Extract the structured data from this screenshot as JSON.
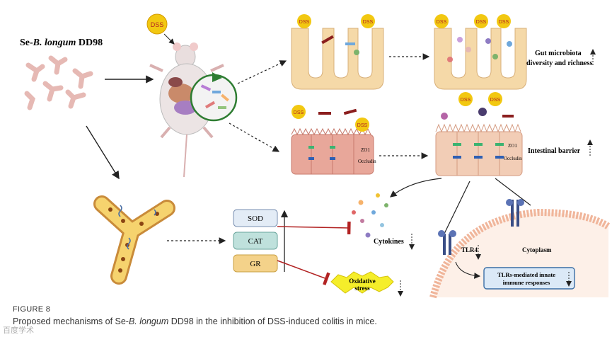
{
  "figure": {
    "strain_prefix": "Se-",
    "strain_genus": "B. longum",
    "strain_suffix": " DD98",
    "dss_label": "DSS",
    "gut_microbiota_line1": "Gut microbiota",
    "gut_microbiota_line2": "diversity and richness",
    "zo1_label": "ZO1",
    "occludin_label": "Occludin",
    "intestinal_barrier_label": "Intestinal barrier",
    "enzymes": [
      "SOD",
      "CAT",
      "GR"
    ],
    "cytokines_label": "Cytokines",
    "oxidative_stress_line1": "Oxidative",
    "oxidative_stress_line2": "stress",
    "tlr4_label": "TLR4",
    "cytoplasm_label": "Cytoplasm",
    "tlr_box_line1": "TLRs-mediated innate",
    "tlr_box_line2": "immune responses"
  },
  "caption": {
    "label": "FIGURE 8",
    "text_prefix": "Proposed mechanisms of Se-",
    "text_italic": "B. longum",
    "text_suffix": " DD98 in the inhibition of DSS-induced colitis in mice."
  },
  "watermark": "百度学术",
  "colors": {
    "arrow": "#222222",
    "inhibit": "#b22222",
    "dss_badge": "#f2c811",
    "villus": "#f5d9a8",
    "cell": "#e8a79a",
    "membrane": "#f0b59a",
    "tlr": "#3a4e86",
    "enzyme_sod": "#e3ecf6",
    "enzyme_cat": "#bfe1dc",
    "enzyme_gr": "#f4d28a"
  }
}
